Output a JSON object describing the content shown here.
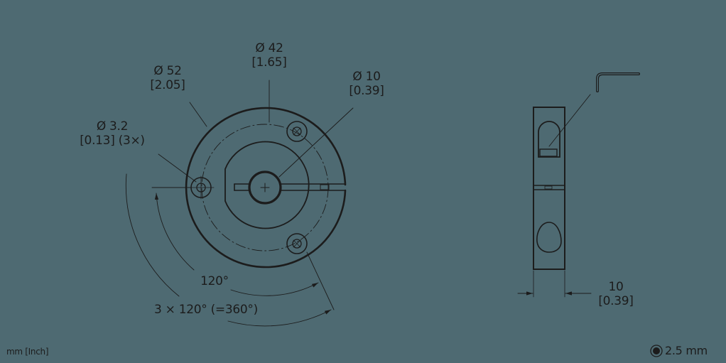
{
  "drawing": {
    "subject": "shaft collar technical drawing",
    "line_color": "#1c1c1c",
    "background_color": "#4e6a72"
  },
  "front_view": {
    "dim_outer": {
      "metric": "Ø 52",
      "imperial": "[2.05]"
    },
    "dim_bolt_circle": {
      "metric": "Ø 42",
      "imperial": "[1.65]"
    },
    "dim_bore": {
      "metric": "Ø 10",
      "imperial": "[0.39]"
    },
    "dim_holes": {
      "metric": "Ø 3.2",
      "imperial": "[0.13] (3×)"
    },
    "angle_single": "120°",
    "angle_total": "3 × 120° (=360°)"
  },
  "side_view": {
    "dim_width": {
      "metric": "10",
      "imperial": "[0.39]"
    }
  },
  "footer": {
    "units": "mm [Inch]",
    "hex_key_size": "2.5 mm",
    "hex_key_icon": "circle-dot-icon"
  }
}
